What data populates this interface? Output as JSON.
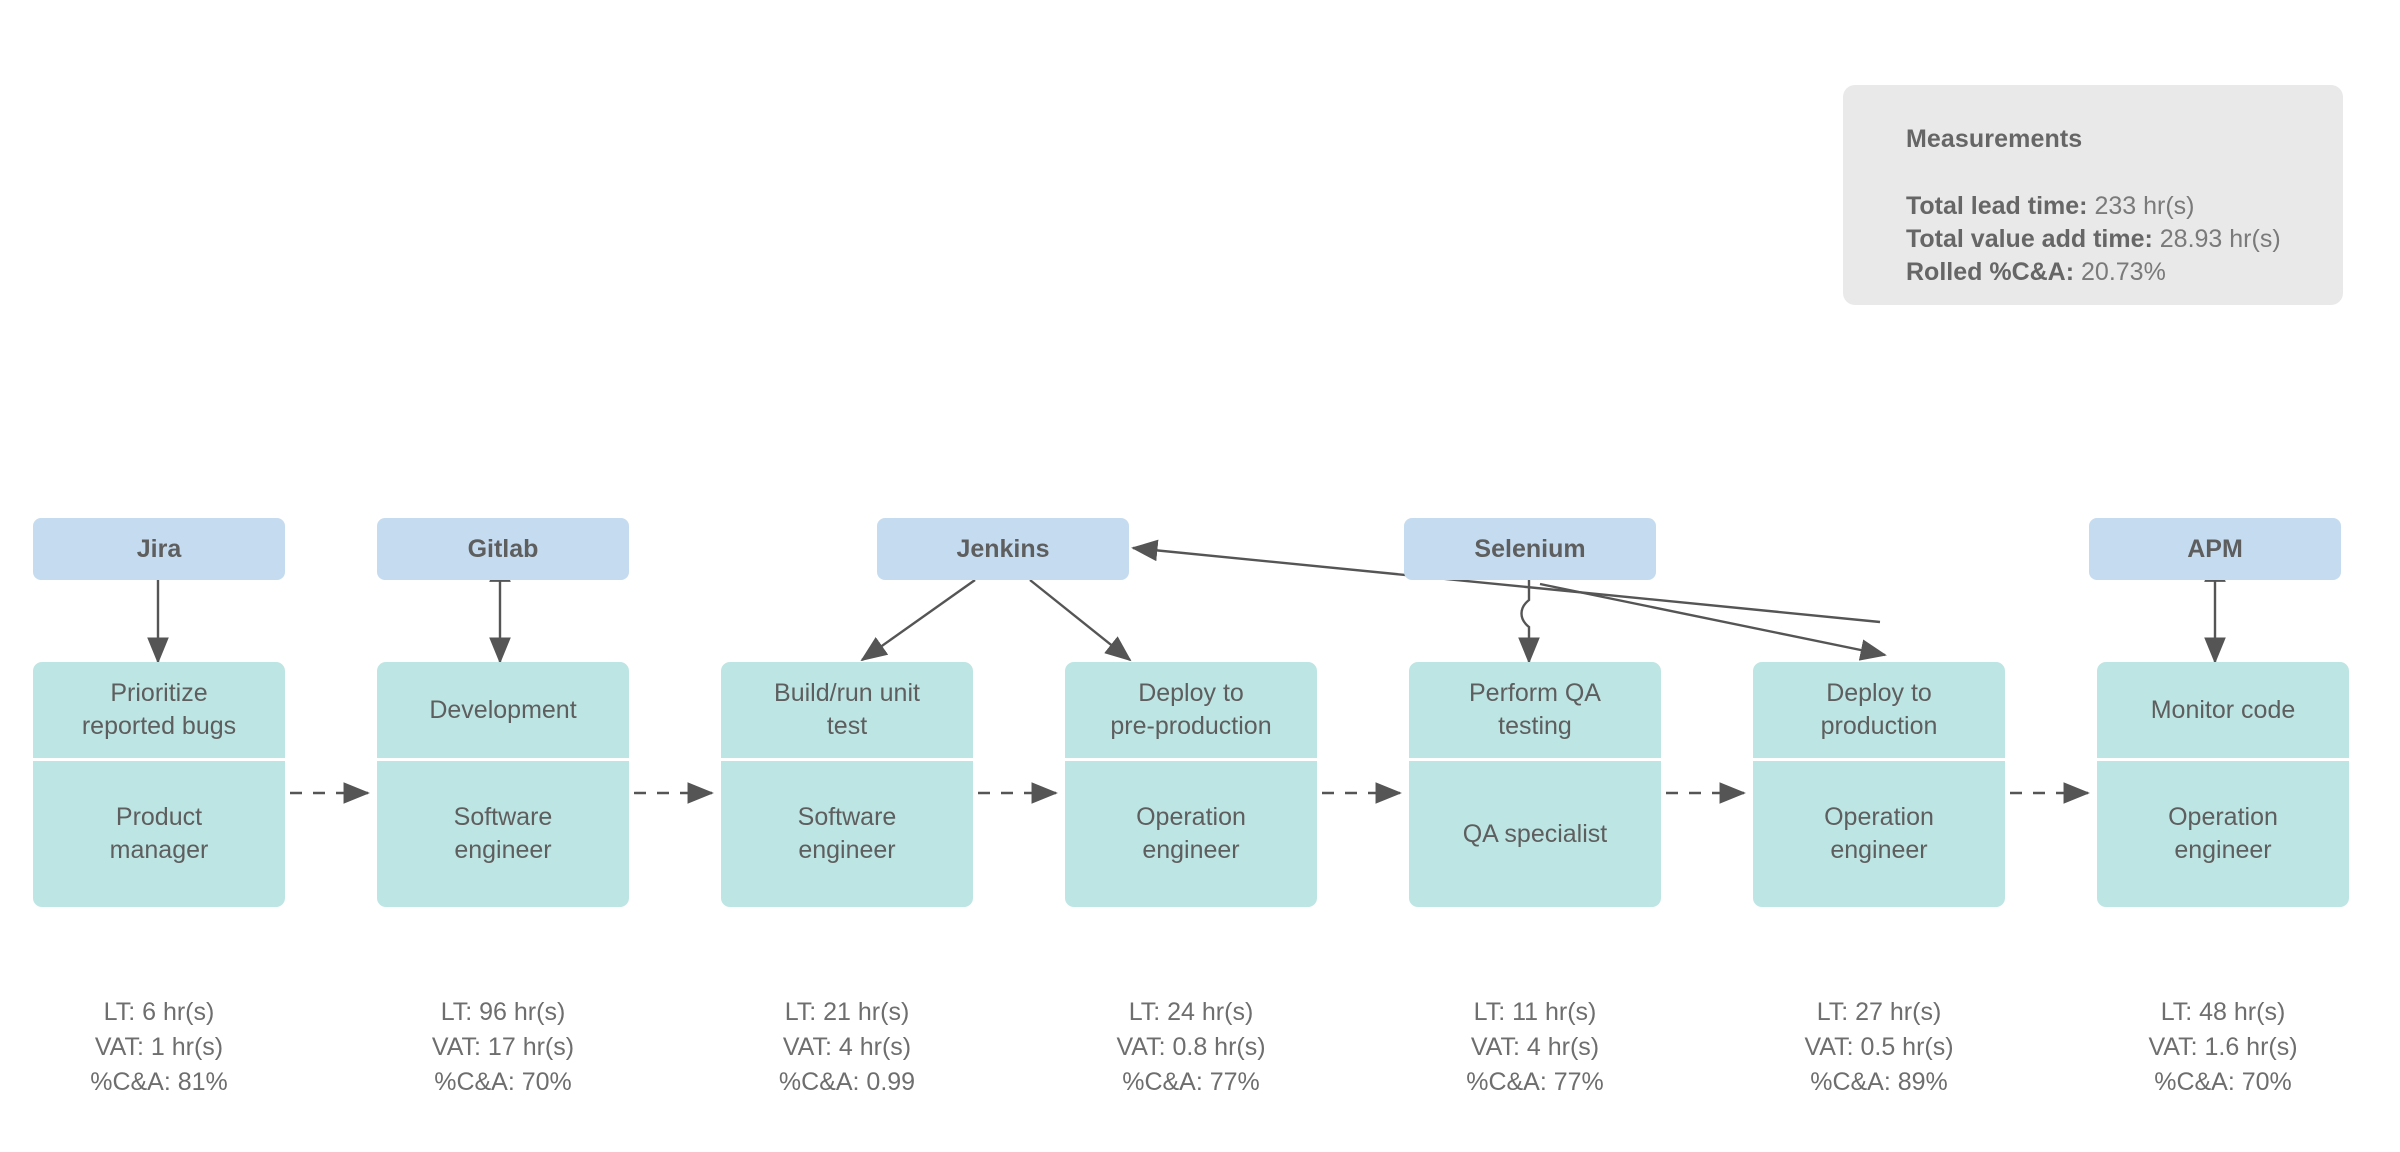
{
  "measurements": {
    "title": "Measurements",
    "rows": [
      {
        "key": "Total lead time:",
        "value": "233 hr(s)"
      },
      {
        "key": "Total value add time:",
        "value": "28.93 hr(s)"
      },
      {
        "key": "Rolled %C&A:",
        "value": "20.73%"
      }
    ]
  },
  "tools": [
    {
      "name": "jira",
      "label": "Jira"
    },
    {
      "name": "gitlab",
      "label": "Gitlab"
    },
    {
      "name": "jenkins",
      "label": "Jenkins"
    },
    {
      "name": "selenium",
      "label": "Selenium"
    },
    {
      "name": "apm",
      "label": "APM"
    }
  ],
  "steps": [
    {
      "name": "prioritize-reported-bugs",
      "activity": "Prioritize\nreported bugs",
      "role": "Product\nmanager",
      "lt": "LT: 6 hr(s)",
      "vat": "VAT: 1 hr(s)",
      "ca": "%C&A: 81%"
    },
    {
      "name": "development",
      "activity": "Development",
      "role": "Software\nengineer",
      "lt": "LT: 96 hr(s)",
      "vat": "VAT: 17 hr(s)",
      "ca": "%C&A: 70%"
    },
    {
      "name": "build-run-unit-test",
      "activity": "Build/run unit\ntest",
      "role": "Software\nengineer",
      "lt": "LT: 21 hr(s)",
      "vat": "VAT: 4 hr(s)",
      "ca": "%C&A: 0.99"
    },
    {
      "name": "deploy-to-pre-production",
      "activity": "Deploy to\npre-production",
      "role": "Operation\nengineer",
      "lt": "LT: 24 hr(s)",
      "vat": "VAT: 0.8 hr(s)",
      "ca": "%C&A: 77%"
    },
    {
      "name": "perform-qa-testing",
      "activity": "Perform QA\ntesting",
      "role": "QA specialist",
      "lt": "LT: 11 hr(s)",
      "vat": "VAT: 4 hr(s)",
      "ca": "%C&A: 77%"
    },
    {
      "name": "deploy-to-production",
      "activity": "Deploy to\nproduction",
      "role": "Operation\nengineer",
      "lt": "LT: 27 hr(s)",
      "vat": "VAT: 0.5 hr(s)",
      "ca": "%C&A: 89%"
    },
    {
      "name": "monitor-code",
      "activity": "Monitor code",
      "role": "Operation\nengineer",
      "lt": "LT: 48 hr(s)",
      "vat": "VAT: 1.6 hr(s)",
      "ca": "%C&A: 70%"
    }
  ],
  "colors": {
    "tool_box": "#c5dcf0",
    "process_box": "#bde5e3",
    "panel": "#e9e9e9",
    "text": "#5e5e5e",
    "connector": "#555555"
  }
}
